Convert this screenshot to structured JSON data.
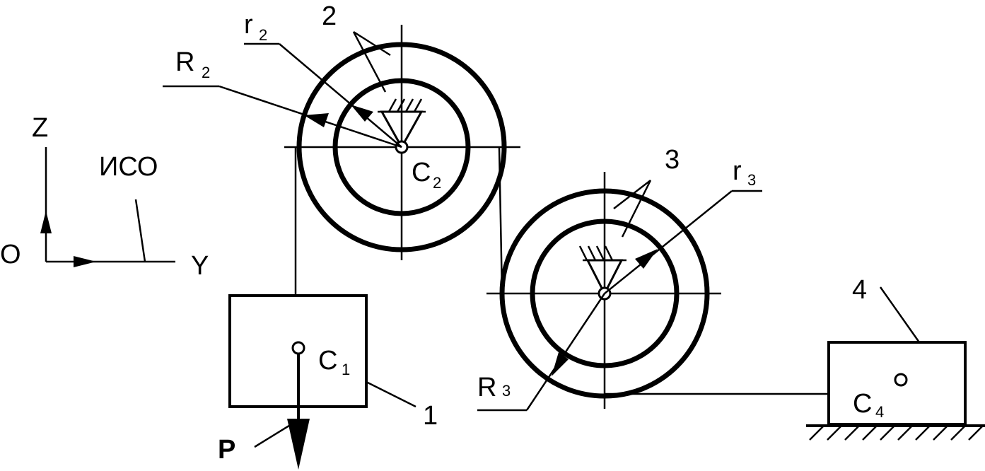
{
  "frame": {
    "origin": "O",
    "axis_z": "Z",
    "axis_y": "Y",
    "name": "ИСО"
  },
  "pulley_2": {
    "number": "2",
    "outer_radius_label": "R",
    "outer_radius_sub": "2",
    "inner_radius_label": "r",
    "inner_radius_sub": "2",
    "center_label": "C",
    "center_sub": "2"
  },
  "pulley_3": {
    "number": "3",
    "outer_radius_label": "R",
    "outer_radius_sub": "3",
    "inner_radius_label": "r",
    "inner_radius_sub": "3"
  },
  "body_1": {
    "number": "1",
    "center_label": "C",
    "center_sub": "1",
    "force_label": "P"
  },
  "body_4": {
    "number": "4",
    "center_label": "C",
    "center_sub": "4"
  }
}
